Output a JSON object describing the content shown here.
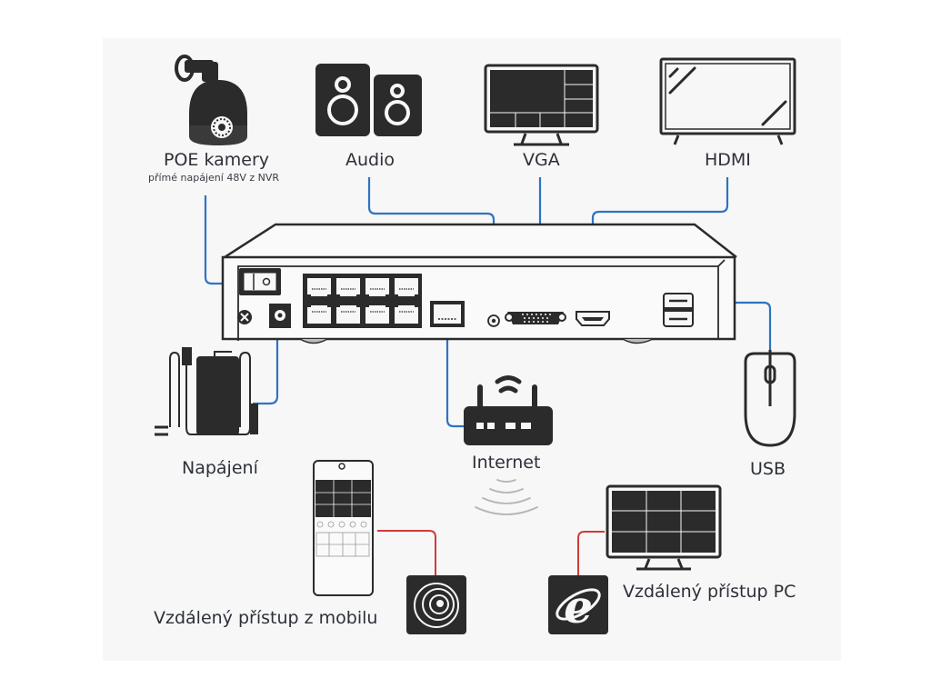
{
  "diagram": {
    "title": "NVR connection diagram",
    "colors": {
      "background": "#f7f7f7",
      "icon": "#2b2b2b",
      "local_link": "#2f73c2",
      "remote_link": "#d23a3a",
      "wireless": "#b5b5b5",
      "text": "#2c3038"
    },
    "labels": {
      "poe_cameras": "POE kamery",
      "poe_note": "přímé napájení 48V z NVR",
      "audio": "Audio",
      "vga": "VGA",
      "hdmi": "HDMI",
      "power": "Napájení",
      "internet": "Internet",
      "usb": "USB",
      "remote_mobile": "Vzdálený přístup z mobilu",
      "remote_pc": "Vzdálený přístup PC"
    },
    "nvr": {
      "poe_ports": 8,
      "lan_ports": 1,
      "usb_ports": 2,
      "ports": [
        "power-switch",
        "dc-power-in",
        "ground",
        "poe-ports",
        "lan-port",
        "audio-out",
        "vga-port",
        "hdmi-port",
        "usb-ports"
      ]
    },
    "connections": [
      {
        "from": "poe-cameras",
        "to": "poe-ports",
        "type": "local"
      },
      {
        "from": "audio",
        "to": "audio-out",
        "type": "local"
      },
      {
        "from": "vga-monitor",
        "to": "vga-port",
        "type": "local"
      },
      {
        "from": "hdmi-tv",
        "to": "hdmi-port",
        "type": "local"
      },
      {
        "from": "usb-ports",
        "to": "usb-mouse",
        "type": "local"
      },
      {
        "from": "dc-power-in",
        "to": "power-adapter",
        "type": "local"
      },
      {
        "from": "lan-port",
        "to": "router",
        "type": "local"
      },
      {
        "from": "mobile-phone",
        "to": "mobile-app",
        "type": "remote"
      },
      {
        "from": "pc-monitor",
        "to": "browser",
        "type": "remote"
      }
    ]
  }
}
